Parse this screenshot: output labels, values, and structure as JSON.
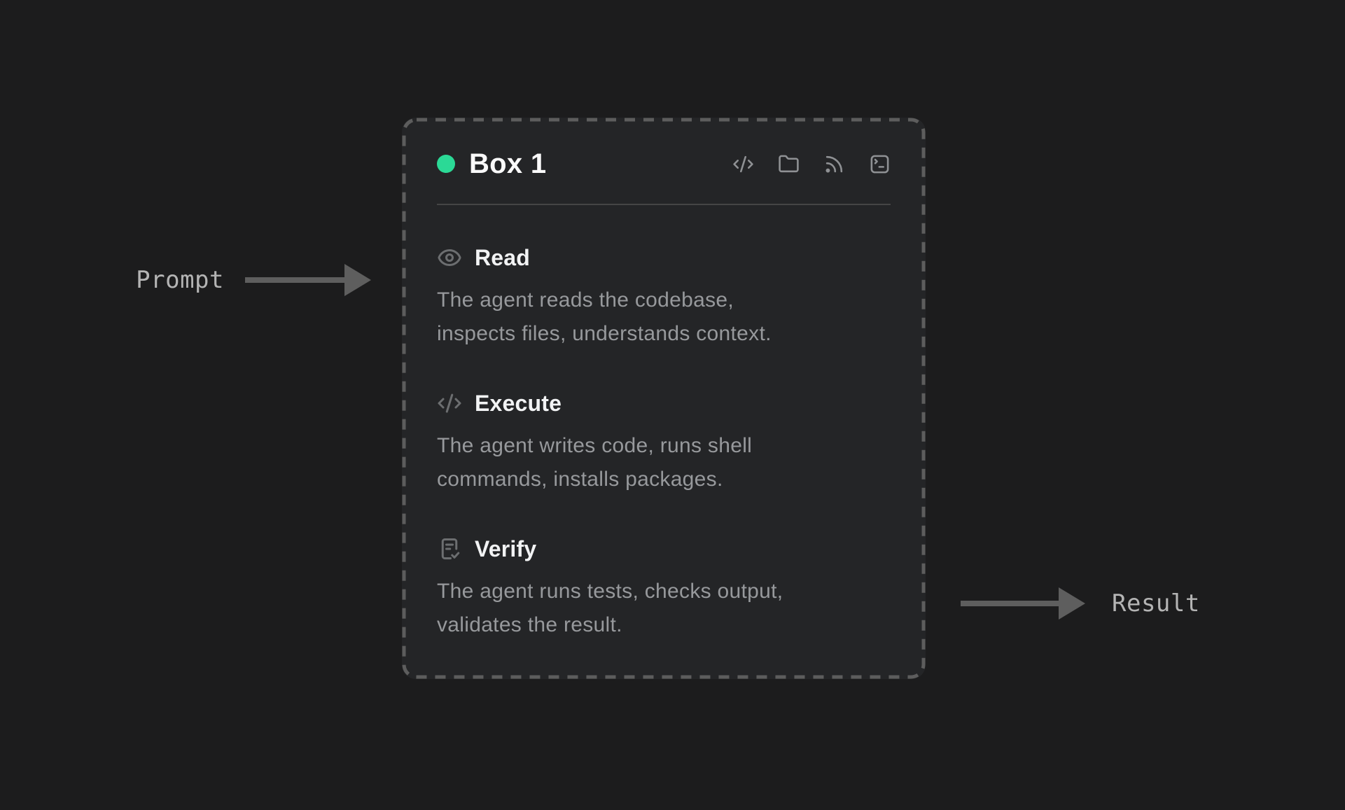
{
  "box": {
    "title": "Box 1",
    "status_color": "#2bd996",
    "header_icons": [
      "code-xml-icon",
      "folder-icon",
      "rss-icon",
      "square-terminal-icon"
    ],
    "sections": [
      {
        "icon": "eye-icon",
        "heading": "Read",
        "body": "The agent reads the codebase,\ninspects files, understands context."
      },
      {
        "icon": "code-xml-icon",
        "heading": "Execute",
        "body": "The agent writes code, runs shell\ncommands, installs packages."
      },
      {
        "icon": "clipboard-check-icon",
        "heading": "Verify",
        "body": "The agent runs tests, checks output,\nvalidates the result."
      }
    ]
  },
  "annotations": {
    "prompt_label": "Prompt",
    "result_label": "Result"
  },
  "colors": {
    "page_background": "#1c1c1d",
    "box_background": "#242527",
    "dashed_border": "#5d5d5d",
    "status_green": "#2bd996",
    "arrow_gray": "#5e5e5e",
    "body_text": "#97999c",
    "label_text": "#b4b4b4"
  }
}
